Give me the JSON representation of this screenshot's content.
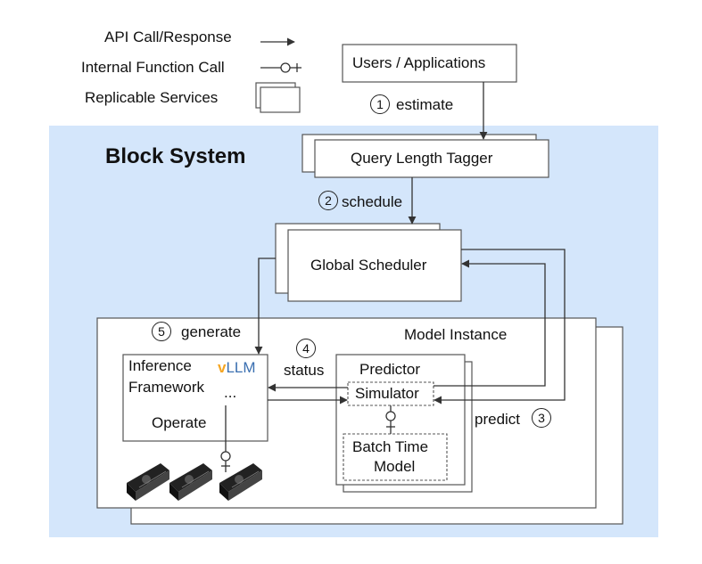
{
  "legend": {
    "api": "API Call/Response",
    "internal": "Internal Function Call",
    "replicable": "Replicable Services"
  },
  "nodes": {
    "users": "Users / Applications",
    "block_system": "Block System",
    "tagger": "Query Length Tagger",
    "scheduler": "Global Scheduler",
    "model_instance": "Model Instance",
    "inference_line1": "Inference",
    "inference_line2": "Framework",
    "vllm_v": "v",
    "vllm_rest": "LLM",
    "ellipsis": "...",
    "operate": "Operate",
    "predictor": "Predictor",
    "simulator": "Simulator",
    "batch_line1": "Batch Time",
    "batch_line2": "Model"
  },
  "steps": [
    {
      "num": "1",
      "label": "estimate"
    },
    {
      "num": "2",
      "label": "schedule"
    },
    {
      "num": "3",
      "label": "predict"
    },
    {
      "num": "4",
      "label": "status"
    },
    {
      "num": "5",
      "label": "generate"
    }
  ],
  "icons": [
    "gpu-card-icon",
    "gpu-card-icon",
    "gpu-card-icon"
  ],
  "colors": {
    "block_system_bg": "#d4e6fb",
    "box_border": "#555555"
  }
}
